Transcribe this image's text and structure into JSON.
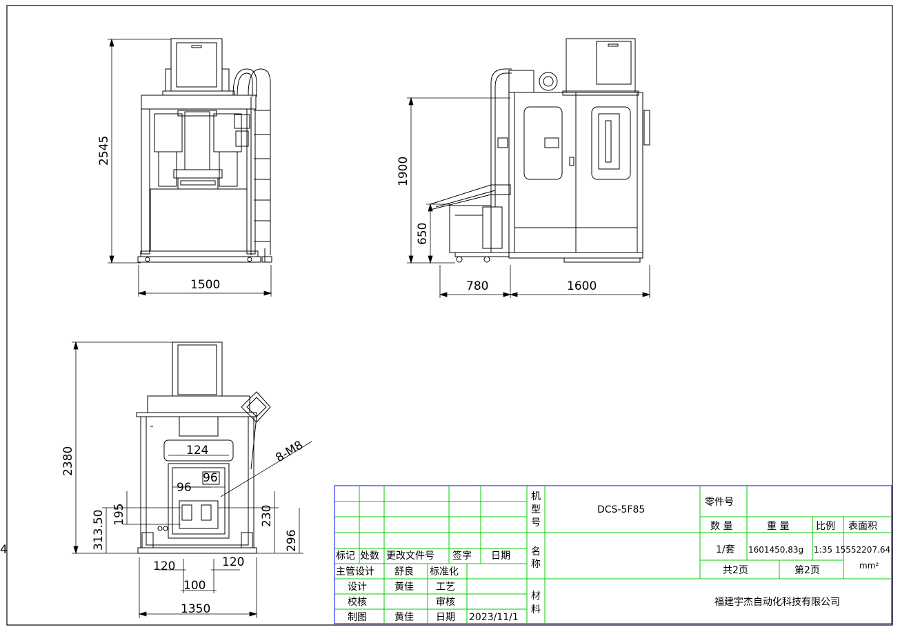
{
  "dimensions": {
    "front_height": "2545",
    "front_width": "1500",
    "side_height": "1900",
    "side_step_height": "650",
    "side_width_left": "780",
    "side_width_right": "1600",
    "plan_height": "2380",
    "plan_width": "1350",
    "plan_inner_width": "124",
    "plan_spacing_left": "96",
    "plan_spacing_right": "96",
    "plan_pos_195": "195",
    "plan_pos_313": "313.50",
    "plan_pos_230": "230",
    "plan_pos_296": "296",
    "plan_bottom_left": "120",
    "plan_bottom_right": "120",
    "plan_bottom_center": "100",
    "thread_callout": "8-M8",
    "edge_marker": "4"
  },
  "title_block": {
    "revision_headers": [
      "标记",
      "处数",
      "更改文件号",
      "签字",
      "日期"
    ],
    "roles": [
      {
        "role": "主管设计",
        "name": "舒良",
        "role2": "标准化",
        "name2": ""
      },
      {
        "role": "设计",
        "name": "黄佳",
        "role2": "工艺",
        "name2": ""
      },
      {
        "role": "校核",
        "name": "",
        "role2": "审核",
        "name2": ""
      },
      {
        "role": "制图",
        "name": "黄佳",
        "role2": "日期",
        "name2": "2023/11/1"
      }
    ],
    "model_label": "机\n型\n号",
    "model_label_chars": [
      "机",
      "型",
      "号"
    ],
    "model_value": "DCS-5F85",
    "name_label_chars": [
      "名",
      "称"
    ],
    "material_label_chars": [
      "材",
      "料"
    ],
    "part_no_label": "零件号",
    "qty_label": "数 量",
    "weight_label": "重 量",
    "scale_label": "比例",
    "area_label": "表面积",
    "qty_value": "1/套",
    "weight_value": "1601450.83g",
    "scale_value": "1:35",
    "area_value": "15552207.64",
    "area_unit": "mm²",
    "total_pages": "共2页",
    "page_no": "第2页",
    "company": "福建宇杰自动化科技有限公司"
  },
  "colors": {
    "line": "#000000",
    "grid": "#00cc00",
    "grid_blue": "#0000ff",
    "background": "#ffffff"
  }
}
